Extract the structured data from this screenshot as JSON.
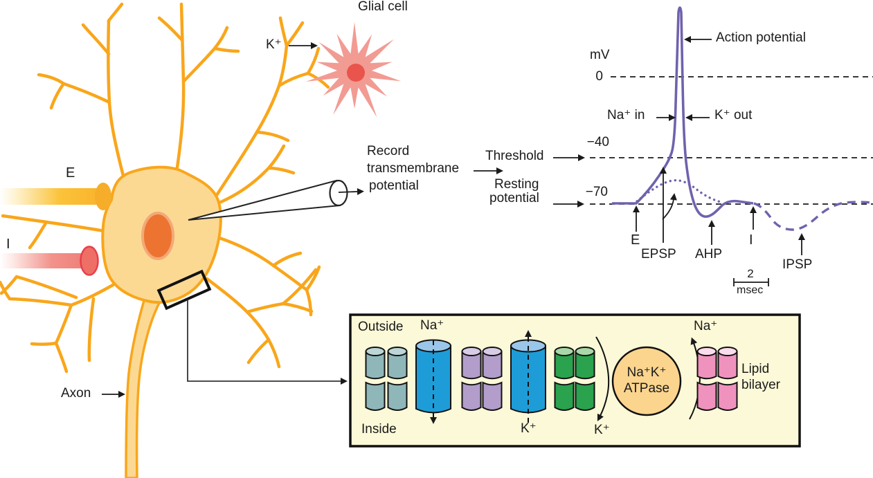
{
  "figure": {
    "neuron": {
      "glial_cell_label": "Glial cell",
      "glial_k_label": "K⁺",
      "excitatory_label": "E",
      "inhibitory_label": "I",
      "axon_label": "Axon",
      "record_lines": [
        "Record",
        "transmembrane",
        "potential"
      ]
    },
    "graph": {
      "y_axis_unit": "mV",
      "tick_zero": "0",
      "tick_minus40": "−40",
      "tick_minus70": "−70",
      "threshold_label": "Threshold",
      "resting_lines": [
        "Resting",
        "potential"
      ],
      "action_potential_label": "Action potential",
      "na_in_label": "Na⁺ in",
      "k_out_label": "K⁺ out",
      "e_label": "E",
      "epsp_label": "EPSP",
      "ahp_label": "AHP",
      "i_label": "I",
      "ipsp_label": "IPSP",
      "scale_value": "2",
      "scale_unit": "msec"
    },
    "membrane": {
      "outside_label": "Outside",
      "inside_label": "Inside",
      "na_channel_label": "Na⁺",
      "k_channel_label": "K⁺",
      "pump_k_label": "K⁺",
      "pump_na_label": "Na⁺",
      "atpase_lines": [
        "Na⁺K⁺",
        "ATPase"
      ],
      "lipid_lines": [
        "Lipid",
        "bilayer"
      ]
    },
    "colors": {
      "curve_purple": "#7062AD",
      "dendrite_yellow": "#F9A61B",
      "soma_fill": "#FBD993",
      "nucleus_orange": "#ED7331",
      "glial_pink": "#F29B93",
      "glial_core": "#E9544C",
      "excitatory_yellow": "#FBC139",
      "inhibitory_red": "#EF7168",
      "membrane_bg": "#FCF9D8",
      "channel_teal": "#8FB7B9",
      "channel_blue": "#1E9CD7",
      "channel_purple": "#B29DCB",
      "channel_green": "#2AA24E",
      "channel_pink": "#F092BE",
      "atpase_fill": "#FBD48E"
    }
  }
}
